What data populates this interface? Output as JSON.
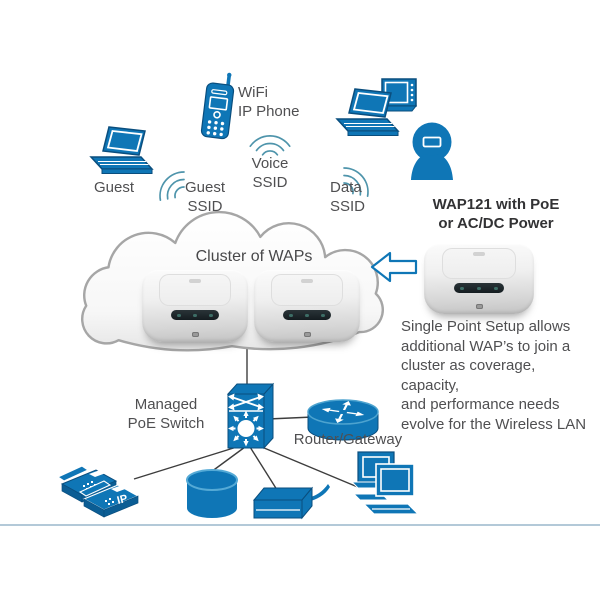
{
  "labels": {
    "guest": "Guest",
    "guest_ssid": "Guest\nSSID",
    "voice_ssid": "Voice\nSSID",
    "data_ssid": "Data\nSSID",
    "wifi_ip_phone": "WiFi\nIP Phone",
    "cluster_of_waps": "Cluster of WAPs",
    "wap_model": "WAP121 with PoE\nor AC/DC Power",
    "single_point_setup": "Single Point Setup allows\nadditional WAP’s to join a\ncluster as coverage, capacity,\nand performance needs\nevolve for the Wireless LAN",
    "managed_switch": "Managed\nPoE Switch",
    "router_gateway": "Router/Gateway",
    "ip_badge": "IP"
  },
  "icons": {
    "guest_laptop": "laptop-icon",
    "wifi_phone": "mobile-phone-icon",
    "data_laptop": "laptop-icon",
    "flat_display": "display-icon",
    "webcam": "video-camera-icon",
    "wireless_arcs": "wifi-signal-arcs-icon",
    "cloud": "network-cloud",
    "wap_device": "wap121-access-point",
    "join_arrow": "left-arrow-icon",
    "switch": "workgroup-switch-icon",
    "router": "router-icon",
    "ip_phones": "ip-phones-icon",
    "database": "database-icon",
    "printer": "printer-icon",
    "computers": "desktop-computers-icon"
  },
  "colors": {
    "icon_blue": "#0f76b6",
    "icon_blue_dark_face": "#0b5d94",
    "icon_outline": "#0a4e7e",
    "arc_teal": "#4e94ab",
    "text_gray": "#4f4f51",
    "connector": "#3d3d3d",
    "cloud_stroke": "#a6a6a6",
    "divider_blue": "#b3c9d8"
  }
}
